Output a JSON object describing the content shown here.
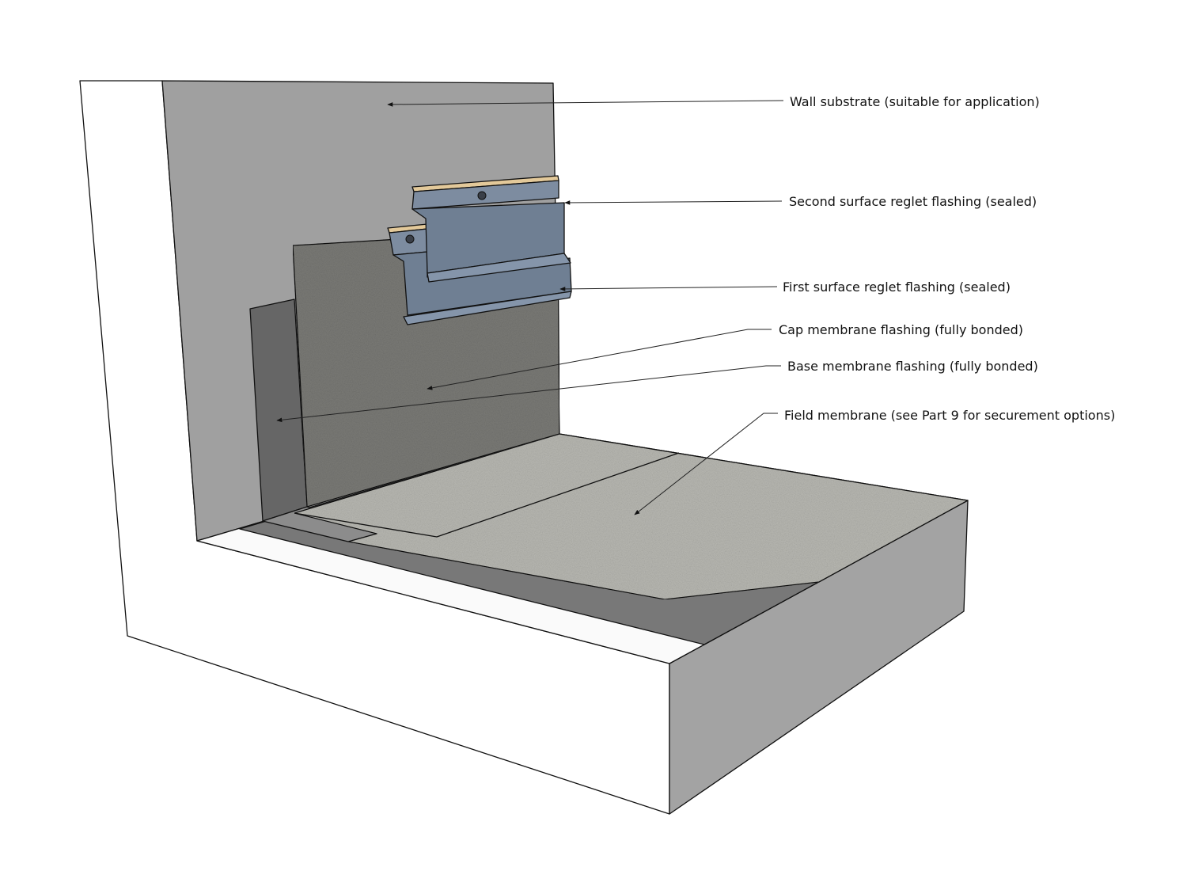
{
  "labels": {
    "wall_substrate": "Wall substrate (suitable for application)",
    "second_reglet": "Second surface reglet flashing (sealed)",
    "first_reglet": "First surface reglet flashing (sealed)",
    "cap_membrane": "Cap membrane flashing (fully bonded)",
    "base_membrane": "Base membrane flashing (fully bonded)",
    "field_membrane": "Field membrane (see Part 9 for securement options)"
  },
  "colors": {
    "wall_face": "#a0a0a0",
    "structure": "#ffffff",
    "deck_layer": "#787878",
    "base_membrane": "#666666",
    "cap_membrane": "#7a7a76",
    "field_membrane": "#b8b8b2",
    "reglet_metal": "#6f7f93",
    "end_face": "#a3a3a3"
  }
}
